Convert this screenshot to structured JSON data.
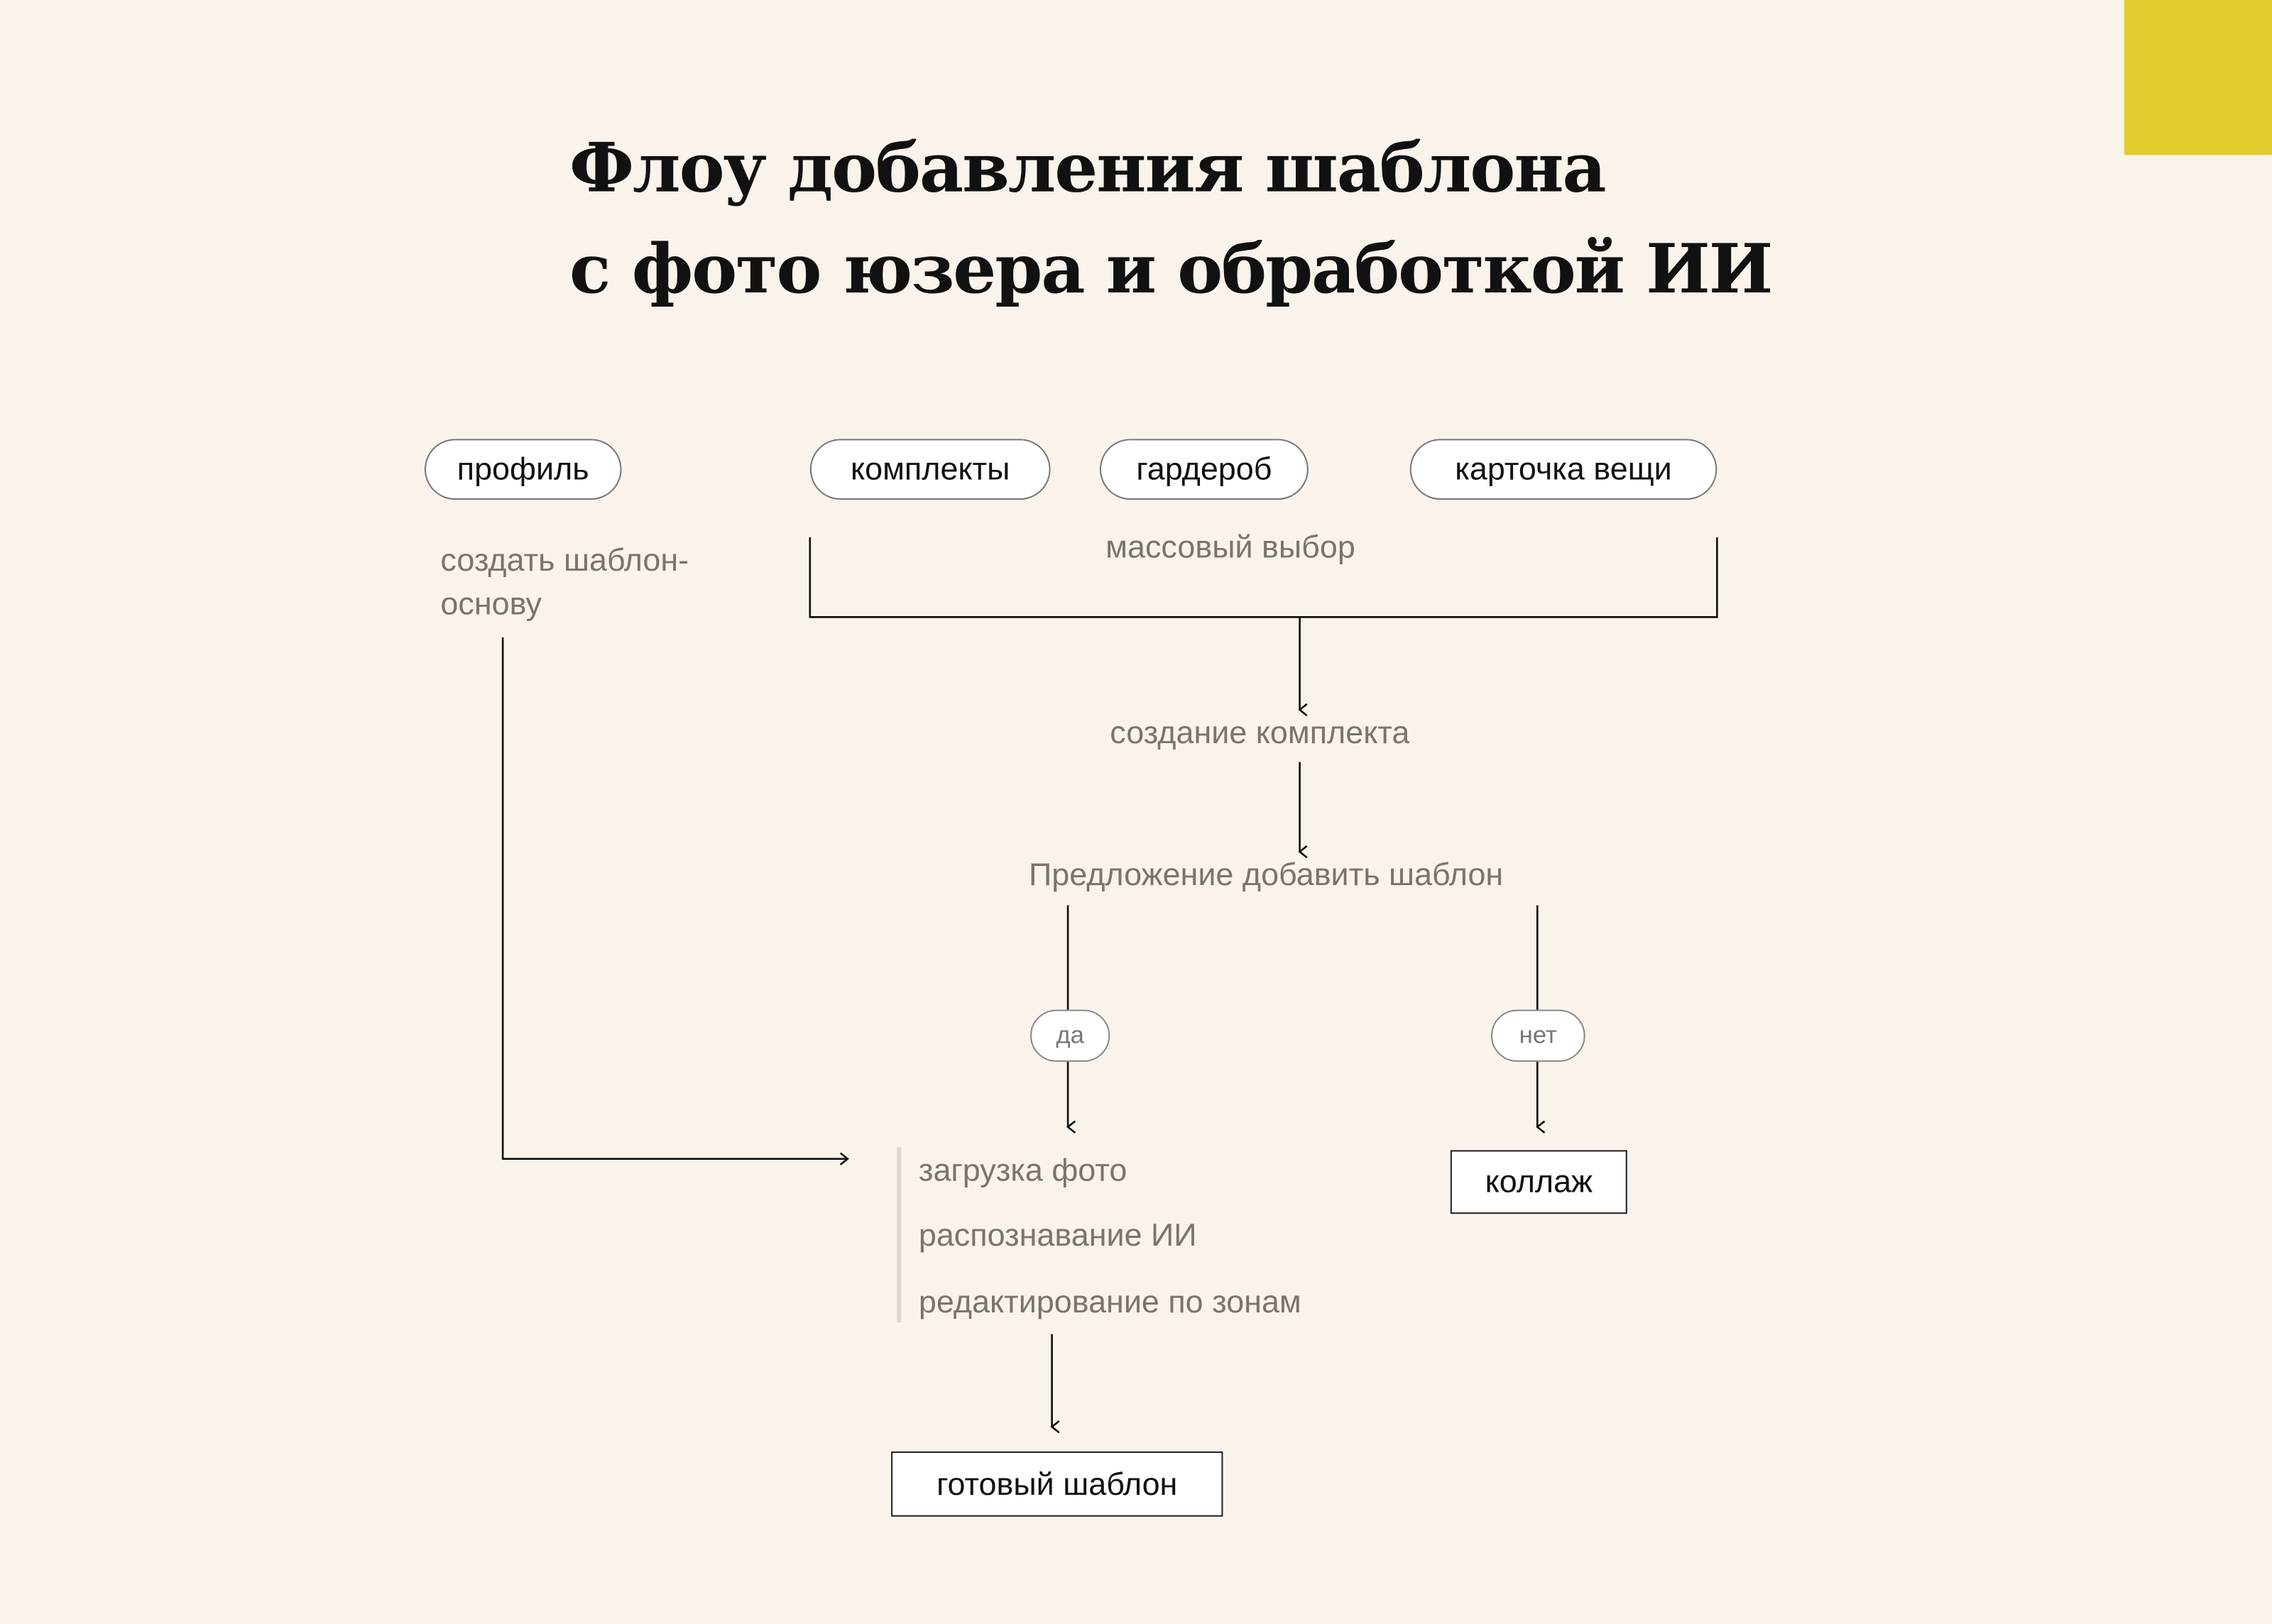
{
  "title": {
    "line1": "Флоу добавления шаблона",
    "line2": "с фото юзера и обработкой ИИ"
  },
  "colors": {
    "background": "#f9f3ec",
    "accent": "#e3cc2e",
    "secondary_text": "#7a746d"
  },
  "entry_points": {
    "profile": "профиль",
    "outfits": "комплекты",
    "wardrobe": "гардероб",
    "item_card": "карточка вещи"
  },
  "labels": {
    "create_base_template": "создать шаблон-основу",
    "bulk_select": "массовый выбор",
    "create_outfit": "создание комплекта",
    "offer_add_template": "Предложение добавить шаблон"
  },
  "decisions": {
    "yes": "да",
    "no": "нет"
  },
  "steps": [
    "загрузка фото",
    "распознавание ИИ",
    "редактирование по зонам"
  ],
  "results": {
    "ready_template": "готовый шаблон",
    "collage": "коллаж"
  }
}
